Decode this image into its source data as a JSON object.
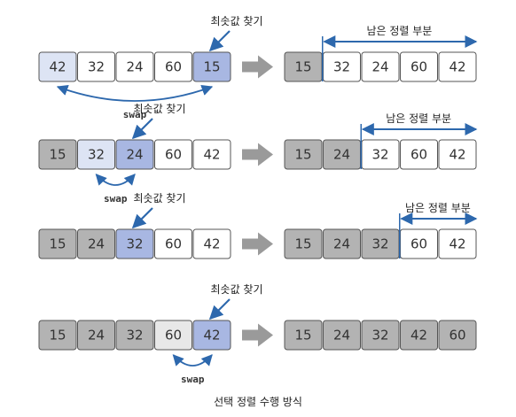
{
  "labels": {
    "find_min": "최솟값 찾기",
    "remaining": "남은 정렬 부분",
    "swap": "swap",
    "caption": "선택 정렬 수행 방식"
  },
  "colors": {
    "sorted": "#b3b3b3",
    "min": "#a8b7e2",
    "swap_partner": "#dde4f4",
    "faded": "#e8e8e8",
    "default": "#ffffff",
    "blue": "#2d68ad",
    "arrow": "#9a9a9a"
  },
  "steps": [
    {
      "left": [
        {
          "v": "42",
          "s": "swap_partner"
        },
        {
          "v": "32",
          "s": "default"
        },
        {
          "v": "24",
          "s": "default"
        },
        {
          "v": "60",
          "s": "default"
        },
        {
          "v": "15",
          "s": "min"
        }
      ],
      "right": [
        {
          "v": "15",
          "s": "sorted"
        },
        {
          "v": "32",
          "s": "default"
        },
        {
          "v": "24",
          "s": "default"
        },
        {
          "v": "60",
          "s": "default"
        },
        {
          "v": "42",
          "s": "default"
        }
      ],
      "min_index": 4,
      "swap_with": 0,
      "sorted_count": 1
    },
    {
      "left": [
        {
          "v": "15",
          "s": "sorted"
        },
        {
          "v": "32",
          "s": "swap_partner"
        },
        {
          "v": "24",
          "s": "min"
        },
        {
          "v": "60",
          "s": "default"
        },
        {
          "v": "42",
          "s": "default"
        }
      ],
      "right": [
        {
          "v": "15",
          "s": "sorted"
        },
        {
          "v": "24",
          "s": "sorted"
        },
        {
          "v": "32",
          "s": "default"
        },
        {
          "v": "60",
          "s": "default"
        },
        {
          "v": "42",
          "s": "default"
        }
      ],
      "min_index": 2,
      "swap_with": 1,
      "sorted_count": 2
    },
    {
      "left": [
        {
          "v": "15",
          "s": "sorted"
        },
        {
          "v": "24",
          "s": "sorted"
        },
        {
          "v": "32",
          "s": "min"
        },
        {
          "v": "60",
          "s": "default"
        },
        {
          "v": "42",
          "s": "default"
        }
      ],
      "right": [
        {
          "v": "15",
          "s": "sorted"
        },
        {
          "v": "24",
          "s": "sorted"
        },
        {
          "v": "32",
          "s": "sorted"
        },
        {
          "v": "60",
          "s": "default"
        },
        {
          "v": "42",
          "s": "default"
        }
      ],
      "min_index": 2,
      "swap_with": null,
      "sorted_count": 3
    },
    {
      "left": [
        {
          "v": "15",
          "s": "sorted"
        },
        {
          "v": "24",
          "s": "sorted"
        },
        {
          "v": "32",
          "s": "sorted"
        },
        {
          "v": "60",
          "s": "faded"
        },
        {
          "v": "42",
          "s": "min"
        }
      ],
      "right": [
        {
          "v": "15",
          "s": "sorted"
        },
        {
          "v": "24",
          "s": "sorted"
        },
        {
          "v": "32",
          "s": "sorted"
        },
        {
          "v": "42",
          "s": "sorted"
        },
        {
          "v": "60",
          "s": "sorted"
        }
      ],
      "min_index": 4,
      "swap_with": 3,
      "sorted_count": 5
    }
  ]
}
